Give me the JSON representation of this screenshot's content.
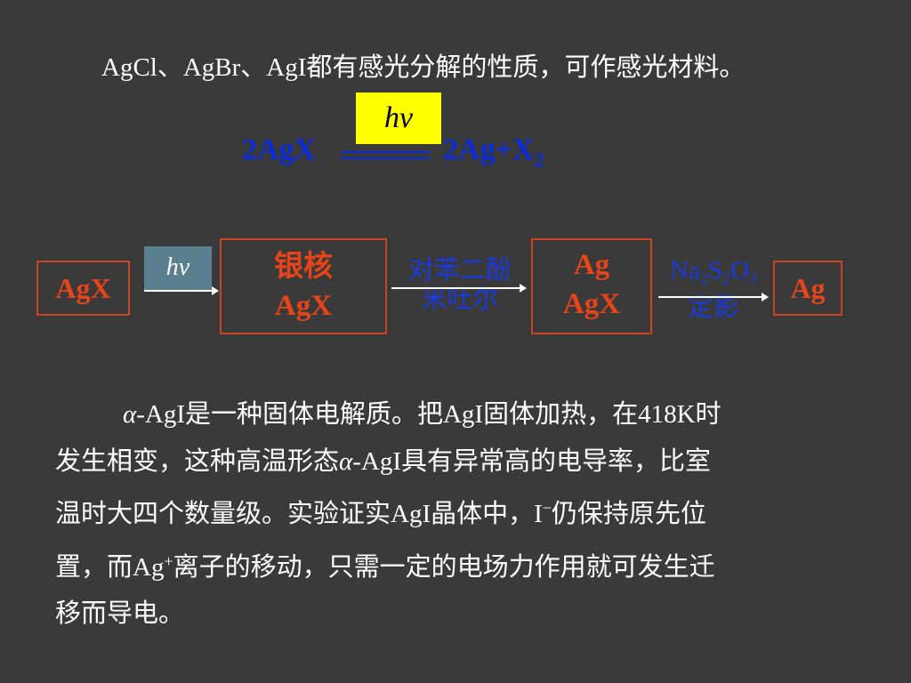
{
  "intro": "AgCl、AgBr、AgI都有感光分解的性质，可作感光材料。",
  "equation": {
    "condition": "hv",
    "left": "2AgX",
    "right_main": "2Ag+X",
    "right_sub": "2"
  },
  "process": {
    "step1": "AgX",
    "hv_label": "hv",
    "step2_line1": "银核",
    "step2_line2": "AgX",
    "reagent1_line1": "对苯二酚",
    "reagent1_line2": "米吐尔",
    "step3_line1": "Ag",
    "step3_line2": "AgX",
    "reagent2_na": "Na",
    "reagent2_sub1": "2",
    "reagent2_s": "S",
    "reagent2_sub2": "2",
    "reagent2_o": "O",
    "reagent2_sub3": "3",
    "reagent2_line2": "定影",
    "step4": "Ag"
  },
  "paragraph": {
    "line1": "α-AgI是一种固体电解质。把AgI固体加热，在418K时",
    "line2": "发生相变，这种高温形态α-AgI具有异常高的电导率，比室",
    "line3_a": "温时大四个数量级。实验证实AgI晶体中，I",
    "line3_sup": "−",
    "line3_b": "仍保持原先位",
    "line4_a": "置，而Ag",
    "line4_sup": "+",
    "line4_b": "离子的移动，只需一定的电场力作用就可发生迁",
    "line5": "移而导电。"
  }
}
